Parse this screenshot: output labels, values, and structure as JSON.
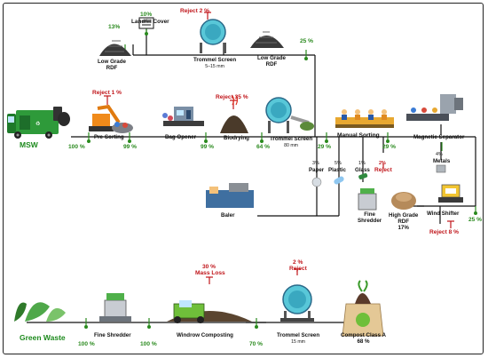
{
  "top": {
    "pct_low1": "13%",
    "landfill_pct": "10%",
    "landfill_label": "Landfill Cover",
    "reject_top": "Reject 2 %",
    "low_rdf_1": "Low Grade",
    "low_rdf_1b": "RDF",
    "trommel_top": "Trommel Screen",
    "trommel_top_size": "5–15 mm",
    "low_rdf_2": "Low Grade",
    "low_rdf_2b": "RDF",
    "pct_25_top": "25 %"
  },
  "main": {
    "msw": "MSW",
    "pct_100": "100 %",
    "reject_pre": "Reject 1 %",
    "pre_sorting": "Pre-Sorting",
    "pct_99a": "99 %",
    "bag_opener": "Bag Opener",
    "pct_99b": "99 %",
    "reject_bio": "Reject 35 %",
    "biodrying": "Biodrying",
    "pct_64": "64 %",
    "trommel": "Trommel Screen",
    "trommel_size": "80 mm",
    "pct_29a": "29 %",
    "manual_sorting": "Manual Sorting",
    "pct_29b": "29 %",
    "magnetic": "Magnetic Separator",
    "metals_pct": "4%",
    "metals": "Metals",
    "paper_pct": "3%",
    "paper": "Paper",
    "plastic_pct": "5%",
    "plastic": "Plastic",
    "glass_pct": "1%",
    "glass": "Glass",
    "reject_sort_pct": "2%",
    "reject_sort": "Reject",
    "baler": "Baler",
    "fine_shredder": "Fine",
    "fine_shredder_b": "Shredder",
    "high_rdf": "High Grade",
    "high_rdf_b": "RDF",
    "high_rdf_pct": "17%",
    "wind_shifter": "Wind Shifter",
    "reject_wind": "Reject  8 %",
    "pct_25_right": "25 %"
  },
  "green": {
    "green_waste": "Green Waste",
    "pct_100a": "100 %",
    "fine_shredder": "Fine Shredder",
    "pct_100b": "100 %",
    "mass_loss_pct": "30 %",
    "mass_loss": "Mass Loss",
    "windrow": "Windrow Composting",
    "pct_70": "70 %",
    "reject_pct": "2 %",
    "reject": "Reject",
    "trommel": "Trommel Screen",
    "trommel_size": "15 mm",
    "compost": "Compost Class A",
    "compost_pct": "68 %"
  },
  "colors": {
    "flow_green": "#2a8a1e",
    "reject_red": "#c0161b",
    "truck_green": "#2e9a3a",
    "line": "#111111"
  }
}
